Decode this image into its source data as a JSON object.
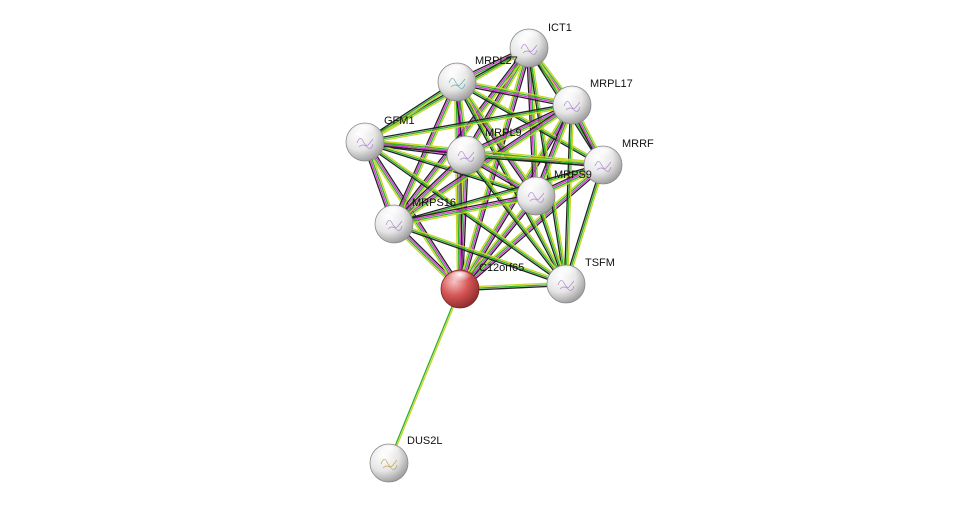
{
  "network": {
    "query_node": "C12orf65",
    "nodes": [
      {
        "id": "ICT1",
        "label": "ICT1",
        "type": "neighbor"
      },
      {
        "id": "MRPL27",
        "label": "MRPL27",
        "type": "neighbor"
      },
      {
        "id": "MRPL17",
        "label": "MRPL17",
        "type": "neighbor"
      },
      {
        "id": "GFM1",
        "label": "GFM1",
        "type": "neighbor"
      },
      {
        "id": "MRPL9",
        "label": "MRPL9",
        "type": "neighbor"
      },
      {
        "id": "MRRF",
        "label": "MRRF",
        "type": "neighbor"
      },
      {
        "id": "MRPS9",
        "label": "MRPS9",
        "type": "neighbor"
      },
      {
        "id": "MRPS16",
        "label": "MRPS16",
        "type": "neighbor"
      },
      {
        "id": "C12orf65",
        "label": "C12orf65",
        "type": "query"
      },
      {
        "id": "TSFM",
        "label": "TSFM",
        "type": "neighbor"
      },
      {
        "id": "DUS2L",
        "label": "DUS2L",
        "type": "neighbor"
      }
    ],
    "edge_colors": {
      "textmining": "#c6d622",
      "experiments": "#d838d8",
      "coexpression": "#222222",
      "database": "#2fb02f",
      "homology": "#b9b9f0"
    },
    "edges": [
      {
        "source": "C12orf65",
        "target": "DUS2L",
        "evidence": [
          "textmining",
          "database"
        ]
      },
      {
        "source": "C12orf65",
        "target": "TSFM",
        "evidence": [
          "textmining",
          "database",
          "coexpression"
        ]
      },
      {
        "source": "C12orf65",
        "target": "MRPS16",
        "evidence": [
          "textmining",
          "database",
          "experiments",
          "coexpression"
        ]
      },
      {
        "source": "C12orf65",
        "target": "GFM1",
        "evidence": [
          "textmining",
          "database",
          "experiments",
          "coexpression"
        ]
      },
      {
        "source": "C12orf65",
        "target": "MRPL9",
        "evidence": [
          "textmining",
          "database",
          "experiments",
          "coexpression"
        ]
      },
      {
        "source": "C12orf65",
        "target": "MRPL27",
        "evidence": [
          "textmining",
          "database",
          "experiments",
          "coexpression"
        ]
      },
      {
        "source": "C12orf65",
        "target": "ICT1",
        "evidence": [
          "textmining",
          "database",
          "experiments",
          "coexpression"
        ]
      },
      {
        "source": "C12orf65",
        "target": "MRPL17",
        "evidence": [
          "textmining",
          "database",
          "experiments",
          "coexpression"
        ]
      },
      {
        "source": "C12orf65",
        "target": "MRRF",
        "evidence": [
          "textmining",
          "database",
          "experiments",
          "coexpression"
        ]
      },
      {
        "source": "C12orf65",
        "target": "MRPS9",
        "evidence": [
          "textmining",
          "database",
          "experiments",
          "coexpression"
        ]
      },
      {
        "source": "ICT1",
        "target": "MRPL27",
        "evidence": [
          "textmining",
          "database",
          "experiments",
          "coexpression"
        ]
      },
      {
        "source": "ICT1",
        "target": "MRPL17",
        "evidence": [
          "textmining",
          "database",
          "experiments",
          "coexpression"
        ]
      },
      {
        "source": "ICT1",
        "target": "MRPL9",
        "evidence": [
          "textmining",
          "database",
          "experiments",
          "coexpression"
        ]
      },
      {
        "source": "ICT1",
        "target": "MRPS9",
        "evidence": [
          "textmining",
          "database",
          "experiments",
          "coexpression"
        ]
      },
      {
        "source": "ICT1",
        "target": "MRPS16",
        "evidence": [
          "textmining",
          "database",
          "experiments",
          "coexpression"
        ]
      },
      {
        "source": "ICT1",
        "target": "GFM1",
        "evidence": [
          "textmining",
          "database",
          "coexpression"
        ]
      },
      {
        "source": "ICT1",
        "target": "MRRF",
        "evidence": [
          "textmining",
          "database",
          "coexpression"
        ]
      },
      {
        "source": "ICT1",
        "target": "TSFM",
        "evidence": [
          "textmining",
          "database",
          "coexpression"
        ]
      },
      {
        "source": "MRPL27",
        "target": "MRPL17",
        "evidence": [
          "textmining",
          "database",
          "experiments",
          "coexpression"
        ]
      },
      {
        "source": "MRPL27",
        "target": "MRPL9",
        "evidence": [
          "textmining",
          "database",
          "experiments",
          "coexpression"
        ]
      },
      {
        "source": "MRPL27",
        "target": "MRPS9",
        "evidence": [
          "textmining",
          "database",
          "experiments",
          "coexpression"
        ]
      },
      {
        "source": "MRPL27",
        "target": "MRPS16",
        "evidence": [
          "textmining",
          "database",
          "experiments",
          "coexpression"
        ]
      },
      {
        "source": "MRPL27",
        "target": "GFM1",
        "evidence": [
          "textmining",
          "database",
          "coexpression"
        ]
      },
      {
        "source": "MRPL27",
        "target": "MRRF",
        "evidence": [
          "textmining",
          "database",
          "coexpression"
        ]
      },
      {
        "source": "MRPL27",
        "target": "TSFM",
        "evidence": [
          "textmining",
          "database",
          "coexpression"
        ]
      },
      {
        "source": "MRPL17",
        "target": "MRPL9",
        "evidence": [
          "textmining",
          "database",
          "experiments",
          "coexpression"
        ]
      },
      {
        "source": "MRPL17",
        "target": "MRPS9",
        "evidence": [
          "textmining",
          "database",
          "experiments",
          "coexpression"
        ]
      },
      {
        "source": "MRPL17",
        "target": "MRPS16",
        "evidence": [
          "textmining",
          "database",
          "experiments",
          "coexpression"
        ]
      },
      {
        "source": "MRPL17",
        "target": "GFM1",
        "evidence": [
          "textmining",
          "database",
          "coexpression"
        ]
      },
      {
        "source": "MRPL17",
        "target": "MRRF",
        "evidence": [
          "textmining",
          "database",
          "experiments",
          "coexpression"
        ]
      },
      {
        "source": "MRPL17",
        "target": "TSFM",
        "evidence": [
          "textmining",
          "database",
          "coexpression"
        ]
      },
      {
        "source": "GFM1",
        "target": "MRPL9",
        "evidence": [
          "textmining",
          "database",
          "experiments",
          "coexpression"
        ]
      },
      {
        "source": "GFM1",
        "target": "MRPS9",
        "evidence": [
          "textmining",
          "database",
          "coexpression"
        ]
      },
      {
        "source": "GFM1",
        "target": "MRPS16",
        "evidence": [
          "textmining",
          "database",
          "experiments",
          "coexpression"
        ]
      },
      {
        "source": "GFM1",
        "target": "MRRF",
        "evidence": [
          "textmining",
          "database",
          "experiments",
          "coexpression"
        ]
      },
      {
        "source": "GFM1",
        "target": "TSFM",
        "evidence": [
          "textmining",
          "database",
          "coexpression"
        ]
      },
      {
        "source": "MRPL9",
        "target": "MRRF",
        "evidence": [
          "textmining",
          "database",
          "coexpression"
        ]
      },
      {
        "source": "MRPL9",
        "target": "MRPS9",
        "evidence": [
          "textmining",
          "database",
          "experiments",
          "coexpression"
        ]
      },
      {
        "source": "MRPL9",
        "target": "MRPS16",
        "evidence": [
          "textmining",
          "database",
          "experiments",
          "coexpression"
        ]
      },
      {
        "source": "MRPL9",
        "target": "TSFM",
        "evidence": [
          "textmining",
          "database",
          "coexpression"
        ]
      },
      {
        "source": "MRRF",
        "target": "MRPS9",
        "evidence": [
          "textmining",
          "database",
          "experiments",
          "coexpression"
        ]
      },
      {
        "source": "MRRF",
        "target": "MRPS16",
        "evidence": [
          "textmining",
          "database",
          "coexpression"
        ]
      },
      {
        "source": "MRRF",
        "target": "TSFM",
        "evidence": [
          "textmining",
          "database",
          "coexpression"
        ]
      },
      {
        "source": "MRPS9",
        "target": "MRPS16",
        "evidence": [
          "textmining",
          "database",
          "experiments",
          "coexpression"
        ]
      },
      {
        "source": "MRPS9",
        "target": "TSFM",
        "evidence": [
          "textmining",
          "database",
          "coexpression"
        ]
      },
      {
        "source": "MRPS16",
        "target": "TSFM",
        "evidence": [
          "textmining",
          "database",
          "coexpression"
        ]
      }
    ],
    "node_colors": {
      "query": "#d65656",
      "neighbor": "#e8e8e8"
    }
  }
}
